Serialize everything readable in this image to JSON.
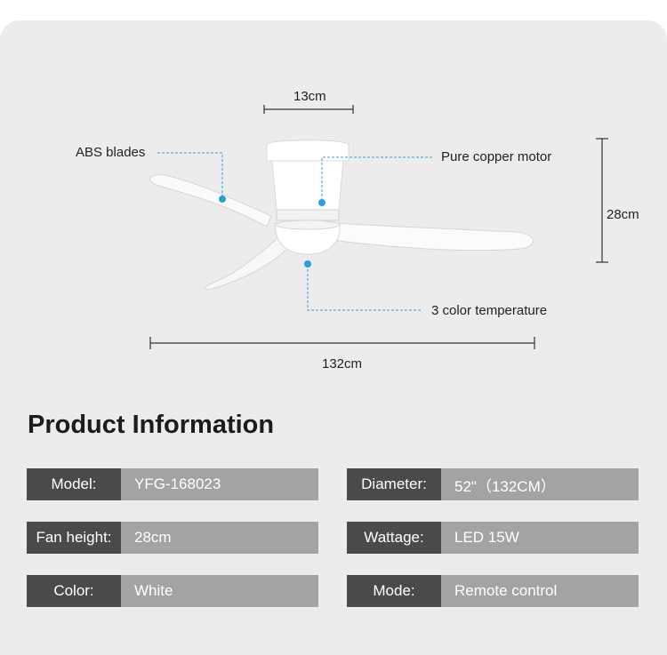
{
  "dimensions": {
    "motor_width": "13cm",
    "height": "28cm",
    "diameter": "132cm"
  },
  "callouts": {
    "blades": "ABS blades",
    "motor": "Pure copper motor",
    "light": "3 color temperature"
  },
  "section_title": "Product Information",
  "specs": [
    {
      "label": "Model:",
      "value": "YFG-168023"
    },
    {
      "label": "Diameter:",
      "value": "52\"（132CM）"
    },
    {
      "label": "Fan height:",
      "value": "28cm"
    },
    {
      "label": "Wattage:",
      "value": "LED 15W"
    },
    {
      "label": "Color:",
      "value": "White"
    },
    {
      "label": "Mode:",
      "value": "Remote control"
    }
  ],
  "colors": {
    "background": "#ececec",
    "accent_callout": "#2a9fdc",
    "spec_label_bg": "#4a4a4a",
    "spec_value_bg": "#a3a3a3"
  }
}
